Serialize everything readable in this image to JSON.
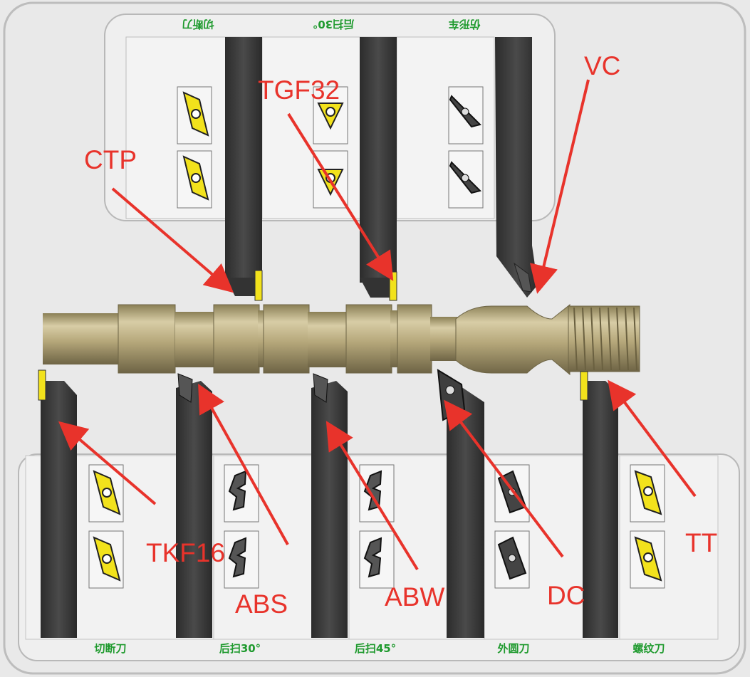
{
  "top_holders": [
    {
      "id": "cut-off-upper",
      "label": "切断刀"
    },
    {
      "id": "back30-upper",
      "label": "后扫30°"
    },
    {
      "id": "profile-upper",
      "label": "仿形车"
    }
  ],
  "bottom_holders": [
    {
      "id": "cut-off",
      "label": "切断刀"
    },
    {
      "id": "back30",
      "label": "后扫30°"
    },
    {
      "id": "back45",
      "label": "后扫45°"
    },
    {
      "id": "od-turning",
      "label": "外圆刀"
    },
    {
      "id": "threading",
      "label": "螺纹刀"
    }
  ],
  "callouts": {
    "ctp": "CTP",
    "tgf32": "TGF32",
    "vc": "VC",
    "tkf16": "TKF16",
    "abs": "ABS",
    "abw": "ABW",
    "dc": "DC",
    "tt": "TT"
  },
  "colors": {
    "annotation": "#e8332b",
    "label_green": "#1f9a2e",
    "shaft": "#b3a57a",
    "holder": "#3a3a3a",
    "insert_yellow": "#f2e21c",
    "panel": "#ececec"
  }
}
